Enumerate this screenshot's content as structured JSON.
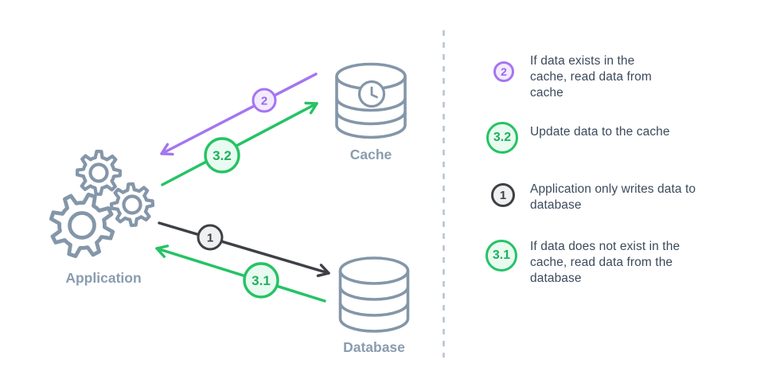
{
  "colors": {
    "icon_stroke": "#8496a9",
    "node_label": "#8a9cb0",
    "purple": "#a476f0",
    "purple_fill": "#f3ebfd",
    "purple_text": "#9a66ee",
    "green": "#25c365",
    "green_fill": "#e9fbf0",
    "green_text": "#1fb05e",
    "dark": "#3d4145",
    "dark_fill": "#f0f0f1",
    "legend_text": "#3c4a5c",
    "divider": "#b7c4d2"
  },
  "diagram": {
    "nodes": {
      "application": {
        "label": "Application"
      },
      "cache": {
        "label": "Cache"
      },
      "database": {
        "label": "Database"
      }
    },
    "arrows": [
      {
        "id": "cache-to-application",
        "badge": "2",
        "color": "purple",
        "meaning": "read from cache"
      },
      {
        "id": "application-to-cache",
        "badge": "3.2",
        "color": "green",
        "meaning": "update cache"
      },
      {
        "id": "application-to-database",
        "badge": "1",
        "color": "dark",
        "meaning": "write to database"
      },
      {
        "id": "database-to-application",
        "badge": "3.1",
        "color": "green",
        "meaning": "read from database"
      }
    ]
  },
  "legend": {
    "items": [
      {
        "badge": "2",
        "color": "purple",
        "text": "If data exists in the cache, read data from cache"
      },
      {
        "badge": "3.2",
        "color": "green",
        "text": "Update data to the cache"
      },
      {
        "badge": "1",
        "color": "dark",
        "text": "Application only writes data to database"
      },
      {
        "badge": "3.1",
        "color": "green",
        "text": "If data does not exist in the cache, read data from the database"
      }
    ]
  }
}
